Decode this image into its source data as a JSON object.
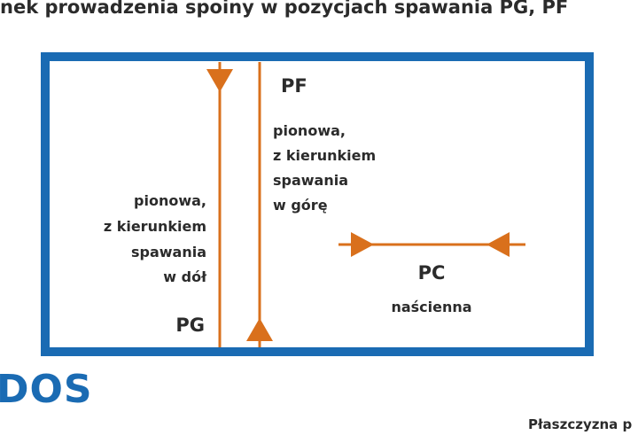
{
  "title": "nek prowadzenia spoiny w pozycjach spawania PG, PF",
  "colors": {
    "frame": "#1a6bb3",
    "arrow": "#d9701c",
    "text": "#2b2b2b"
  },
  "positions": {
    "pg": {
      "code": "PG",
      "lines": [
        "pionowa,",
        "z kierunkiem",
        "spawania",
        "w dół"
      ]
    },
    "pf": {
      "code": "PF",
      "lines": [
        "pionowa,",
        "z kierunkiem",
        "spawania",
        "w górę"
      ]
    },
    "pc": {
      "code": "PC",
      "lines": [
        "naścienna"
      ]
    }
  },
  "logo": {
    "text": "DOS",
    "icon": "company-logo"
  },
  "footer": {
    "note": "Płaszczyzna p"
  }
}
